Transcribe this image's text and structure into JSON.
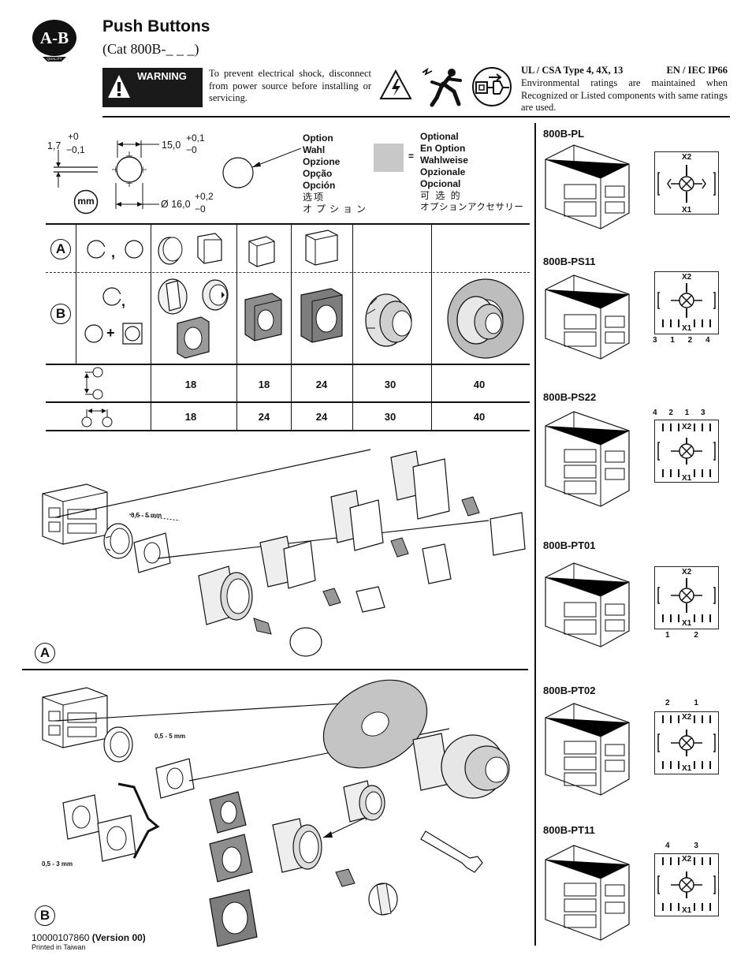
{
  "header": {
    "title": "Push Buttons",
    "subtitle": "(Cat 800B-_ _ _)",
    "logo_text": "A-B",
    "logo_sub": "QUALITY"
  },
  "warning": {
    "label": "WARNING",
    "text": "To prevent electrical shock, disconnect from power source before installing or servicing."
  },
  "ratings": {
    "title_left": "UL / CSA Type 4, 4X, 13",
    "title_right": "EN / IEC IP66",
    "description": "Environmental ratings are maintained when Recognized or Listed components with same ratings are used."
  },
  "dimensions": {
    "d1_value": "1,7",
    "d1_tol_plus": "+0",
    "d1_tol_minus": "−0,1",
    "d2_value": "15,0",
    "d2_tol_plus": "+0,1",
    "d2_tol_minus": "−0",
    "d3_value": "Ø 16,0",
    "d3_tol_plus": "+0,2",
    "d3_tol_minus": "−0",
    "unit": "mm"
  },
  "legend": {
    "option_lines": [
      "Option",
      "Wahl",
      "Opzione",
      "Opção",
      "Opción",
      "选项",
      "オプション"
    ],
    "optional_lines": [
      "Optional",
      "En Option",
      "Wahlweise",
      "Opzionale",
      "Opcional",
      "可 选 的",
      "オプションアクセサリー"
    ],
    "equals": "="
  },
  "table": {
    "row_a_label": "A",
    "row_b_label": "B",
    "comma": ",",
    "plus": "+",
    "vertical_spacing": [
      "18",
      "18",
      "24",
      "30",
      "40"
    ],
    "horizontal_spacing": [
      "18",
      "24",
      "24",
      "30",
      "40"
    ]
  },
  "assembly": {
    "gap_a": "0,5 - 5 mm",
    "gap_b1": "0,5 - 5 mm",
    "gap_b2": "0,5 - 3 mm",
    "label_a": "A",
    "label_b": "B"
  },
  "devices": [
    {
      "name": "800B-PL",
      "contacts": ""
    },
    {
      "name": "800B-PS11",
      "contacts": "3 1 2 4"
    },
    {
      "name": "800B-PS22",
      "contacts": "4 2 1 3"
    },
    {
      "name": "800B-PT01",
      "contacts": "1 2"
    },
    {
      "name": "800B-PT02",
      "contacts": "2 1"
    },
    {
      "name": "800B-PT11",
      "contacts": "4 3"
    }
  ],
  "terminal_labels": {
    "top": "X2",
    "bottom": "X1"
  },
  "footer": {
    "doc_number": "10000107860",
    "version": "(Version 00)",
    "printed": "Printed in Taiwan"
  }
}
